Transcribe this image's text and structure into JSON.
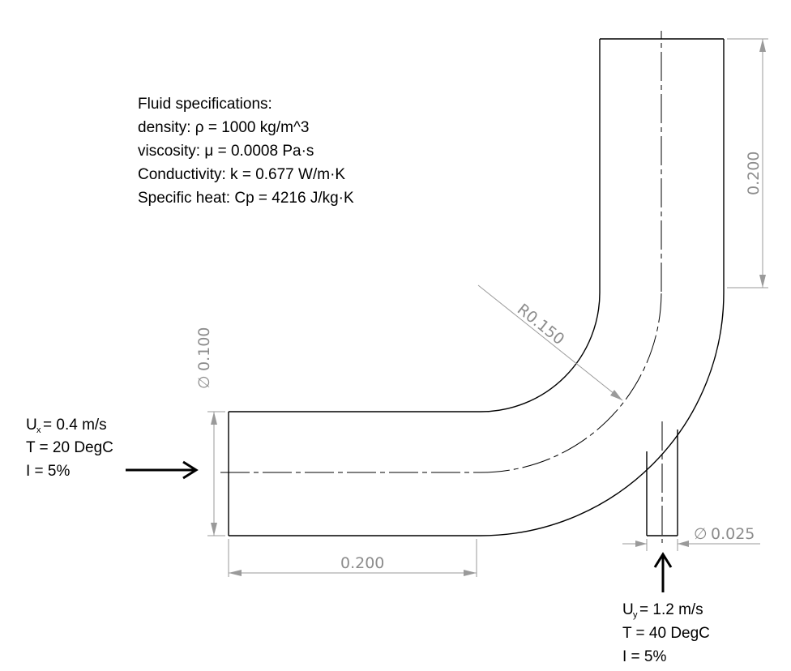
{
  "fluid_specs": {
    "title": "Fluid specifications:",
    "lines": [
      "density: ρ = 1000 kg/m^3",
      "viscosity: μ = 0.0008 Pa·s",
      "Conductivity: k = 0.677 W/m·K",
      "Specific heat: Cp = 4216 J/kg·K"
    ]
  },
  "inlet_main": {
    "velocity_symbol": "U",
    "velocity_sub": "x",
    "velocity_value": "= 0.4 m/s",
    "temperature": "T = 20 DegC",
    "intensity": "I = 5%"
  },
  "inlet_branch": {
    "velocity_symbol": "U",
    "velocity_sub": "y",
    "velocity_value": "= 1.2 m/s",
    "temperature": "T = 40 DegC",
    "intensity": "I = 5%"
  },
  "dimensions": {
    "main_diameter": "0.100",
    "diameter_symbol": "∅",
    "horizontal_length": "0.200",
    "vertical_length": "0.200",
    "bend_radius": "R0.150",
    "branch_diameter": "0.025"
  }
}
